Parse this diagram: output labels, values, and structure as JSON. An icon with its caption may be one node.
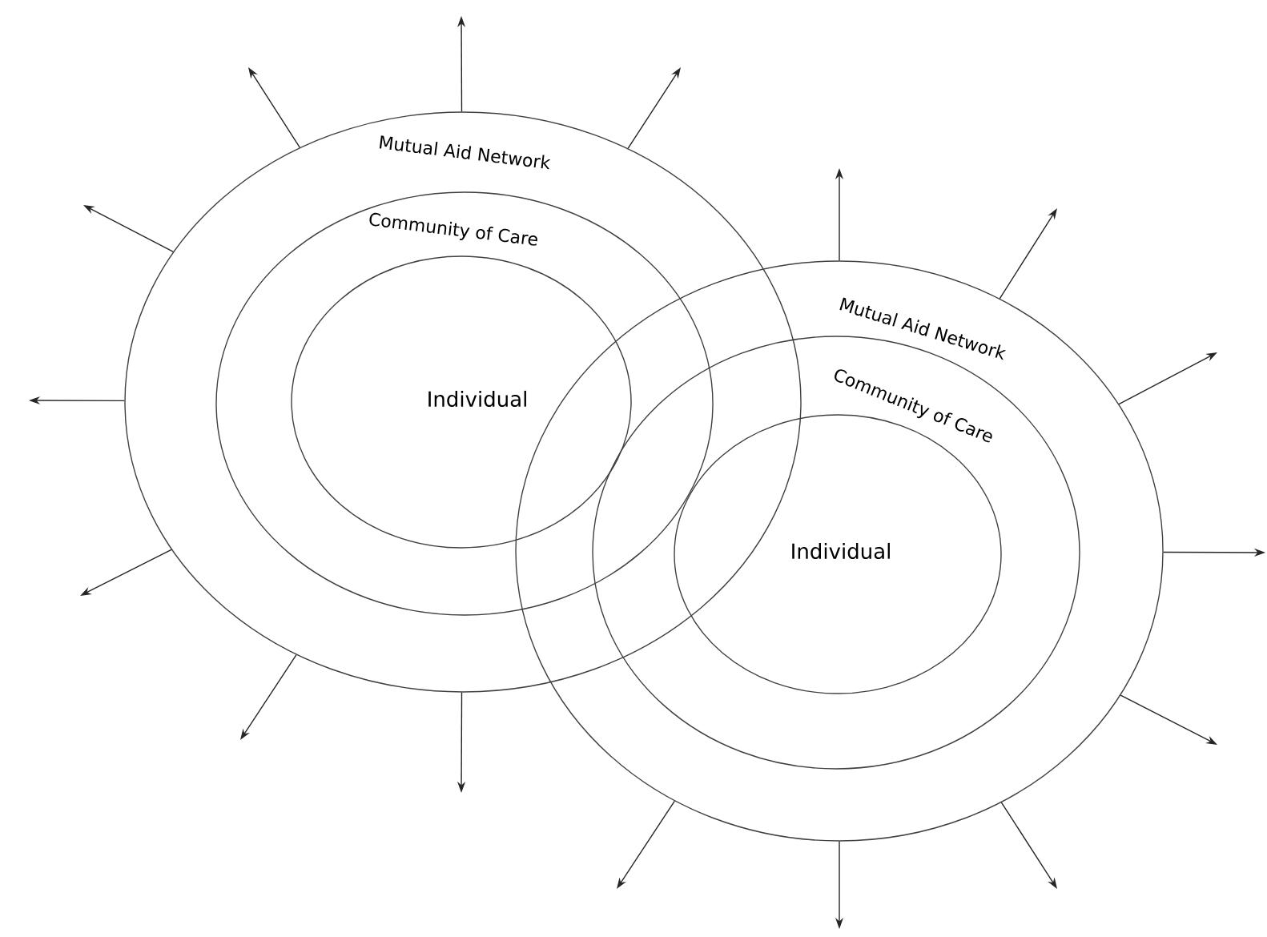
{
  "diagram": {
    "nodes": [
      {
        "text": [
          "Mutual Aid Network"
        ]
      },
      {
        "text": [
          "Community of Care"
        ],
        "in": 0
      },
      {
        "text": [
          "Individual"
        ],
        "in": 1
      },
      {
        "text": [
          "Mutual Aid Network"
        ]
      },
      {
        "text": [
          "Community of Care"
        ],
        "in": 3
      },
      {
        "text": [
          "Individual"
        ],
        "in": 4
      }
    ],
    "edges": [
      {
        "from": 0,
        "to": null,
        "arrow": "to"
      },
      {
        "from": 0,
        "to": null,
        "arrow": "to"
      },
      {
        "from": 0,
        "to": null,
        "arrow": "to"
      },
      {
        "from": 0,
        "to": null,
        "arrow": "to"
      },
      {
        "from": 0,
        "to": null,
        "arrow": "to"
      },
      {
        "from": 0,
        "to": null,
        "arrow": "to"
      },
      {
        "from": 0,
        "to": null,
        "arrow": "to"
      },
      {
        "from": 0,
        "to": null,
        "arrow": "to"
      },
      {
        "from": 3,
        "to": null,
        "arrow": "to"
      },
      {
        "from": 3,
        "to": null,
        "arrow": "to"
      },
      {
        "from": 3,
        "to": null,
        "arrow": "to"
      },
      {
        "from": 3,
        "to": null,
        "arrow": "to"
      },
      {
        "from": 3,
        "to": null,
        "arrow": "to"
      },
      {
        "from": 3,
        "to": null,
        "arrow": "to"
      },
      {
        "from": 3,
        "to": null,
        "arrow": "to"
      },
      {
        "from": 3,
        "to": null,
        "arrow": "to"
      }
    ]
  }
}
